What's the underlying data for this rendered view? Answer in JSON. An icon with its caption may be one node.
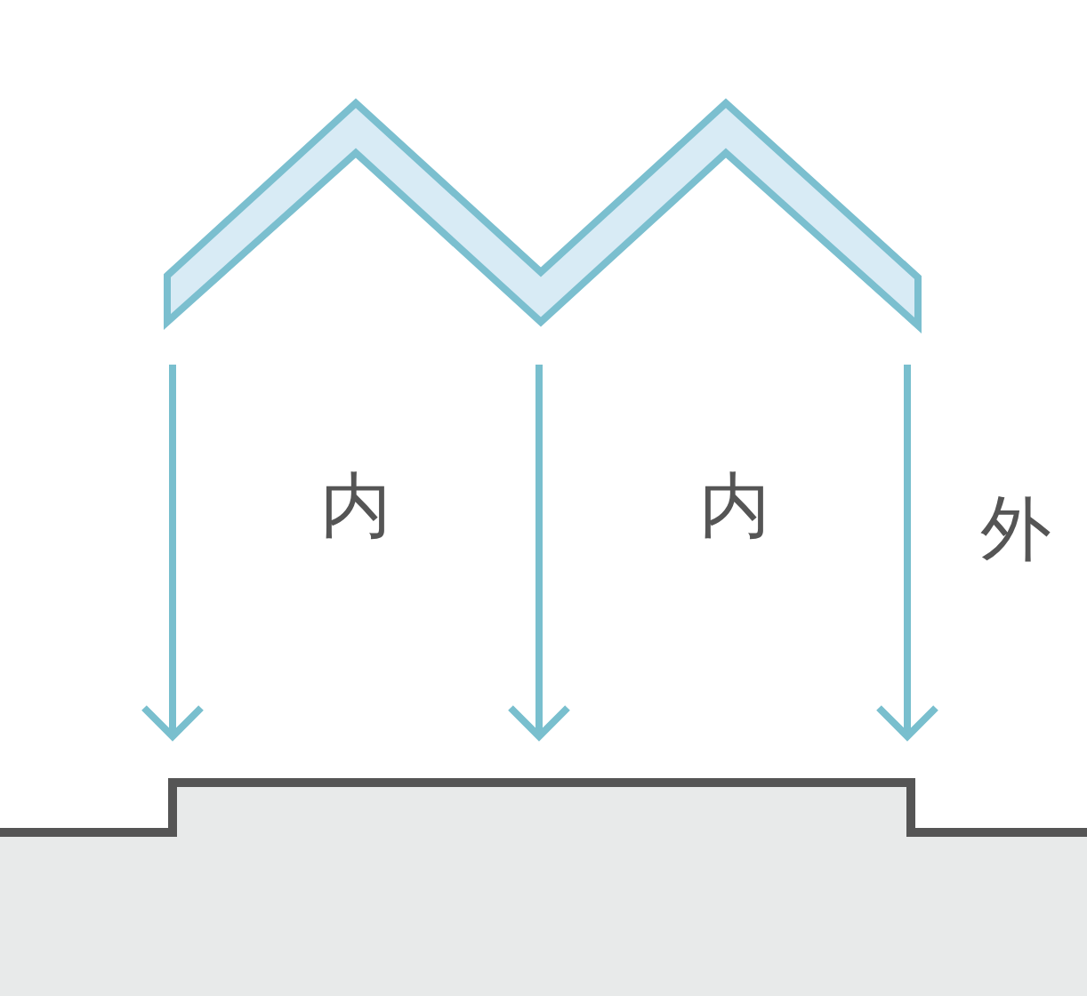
{
  "diagram": {
    "labels": [
      "内",
      "内",
      "外"
    ]
  }
}
